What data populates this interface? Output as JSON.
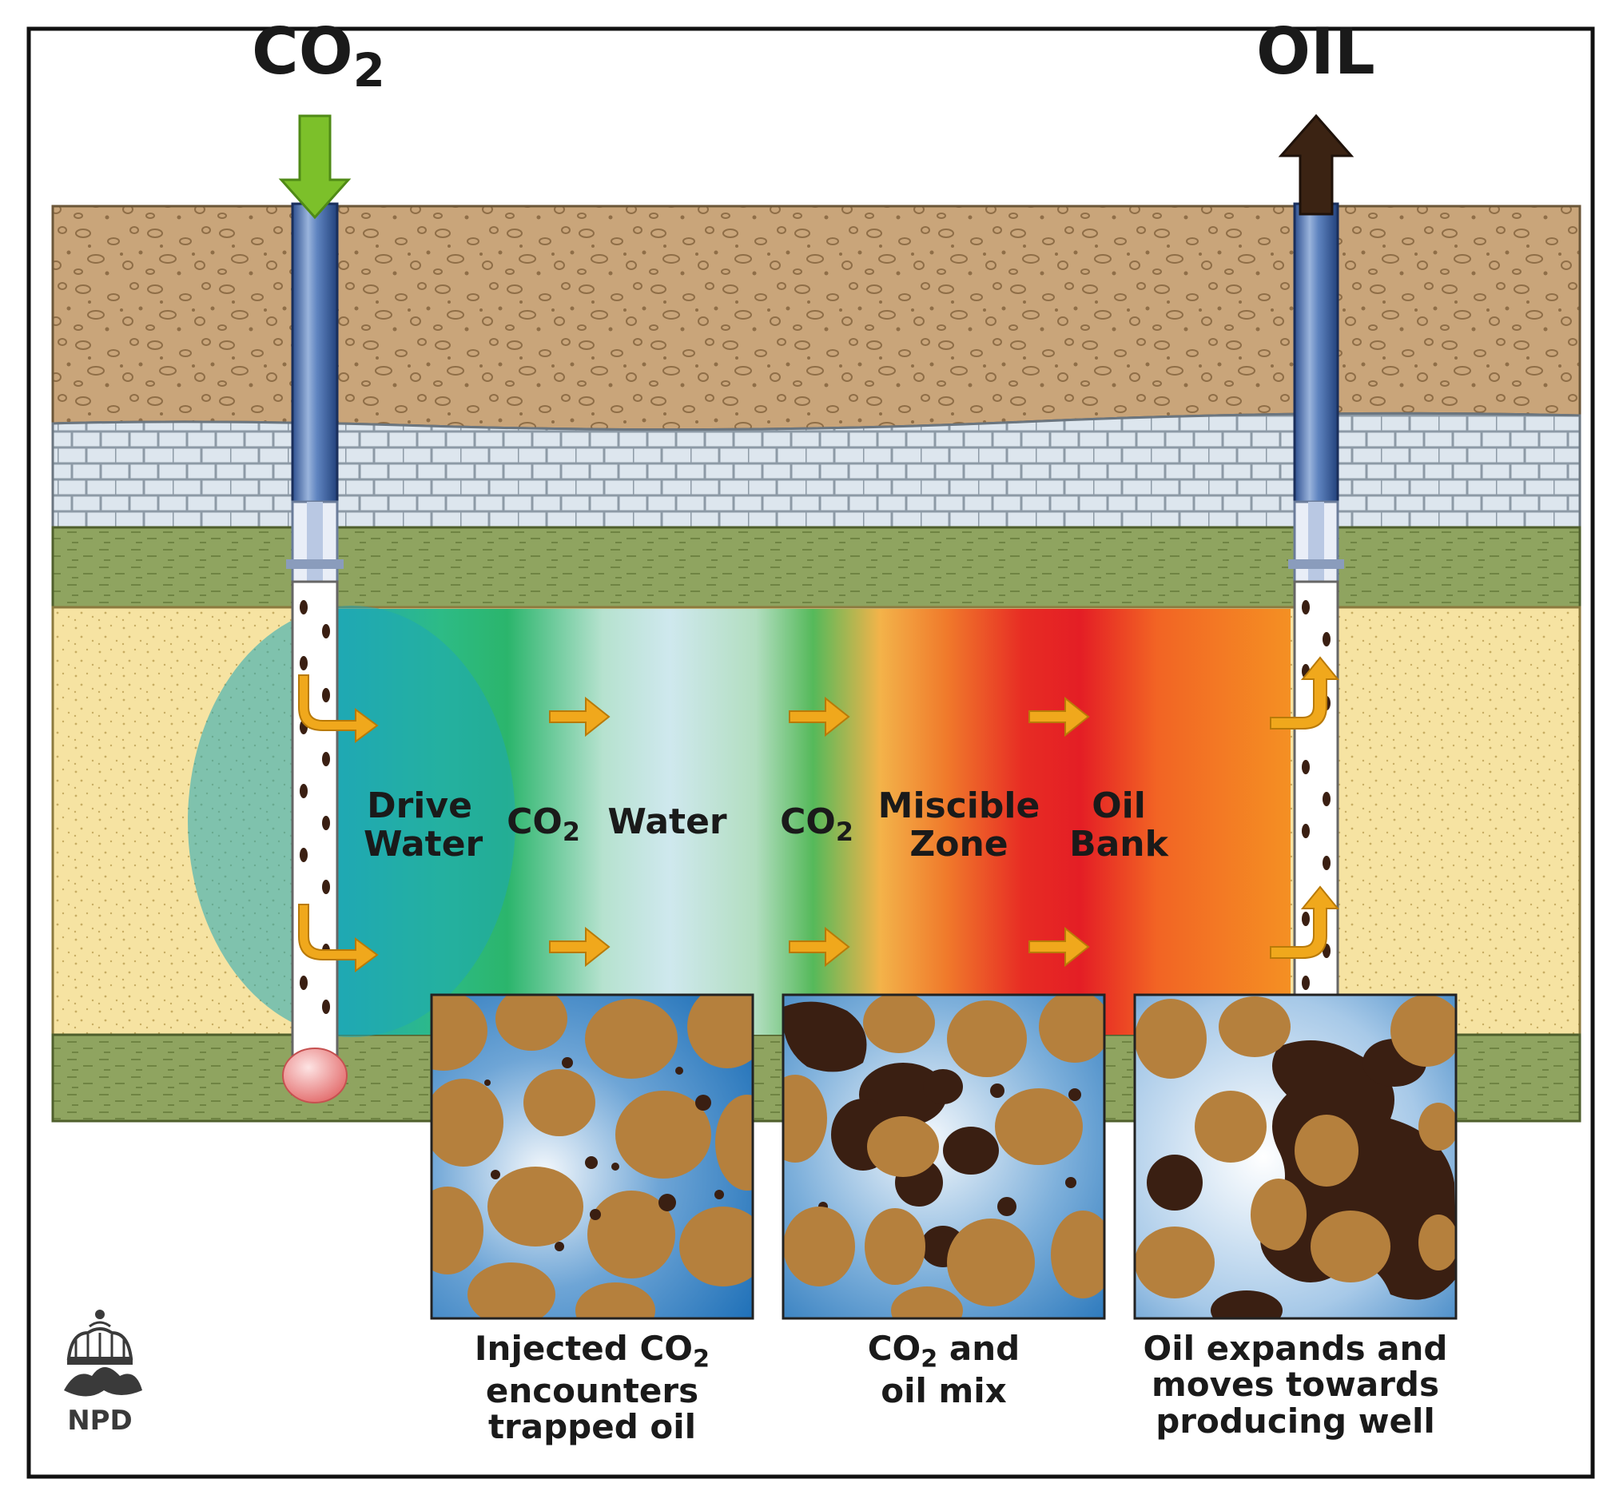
{
  "top_labels": {
    "co2_main": "CO",
    "co2_sub": "2",
    "oil": "OIL"
  },
  "zones": {
    "drive_water_1": "Drive",
    "drive_water_2": "Water",
    "co2_a_main": "CO",
    "co2_a_sub": "2",
    "water": "Water",
    "co2_b_main": "CO",
    "co2_b_sub": "2",
    "miscible_1": "Miscible",
    "miscible_2": "Zone",
    "oilbank_1": "Oil",
    "oilbank_2": "Bank"
  },
  "captions": {
    "c1_l1_main": "Injected CO",
    "c1_l1_sub": "2",
    "c1_l2": "encounters",
    "c1_l3": "trapped oil",
    "c2_l1_main": "CO",
    "c2_l1_sub": "2",
    "c2_l1_rest": " and",
    "c2_l2": "oil mix",
    "c3_l1": "Oil expands and",
    "c3_l2": "moves towards",
    "c3_l3": "producing well"
  },
  "logo": {
    "text": "NPD"
  },
  "colors": {
    "injection_arrow": "#7cc02a",
    "production_arrow": "#3b2313",
    "flow_arrows": "#f0a81c",
    "overburden": "#c9a57a",
    "caprock": "#dde6ee",
    "shale": "#8fa460",
    "reservoir_sand": "#f6e3a2",
    "oil": "#3a1f12",
    "grain": "#b5803d",
    "pore_water": "#1f72b8"
  }
}
